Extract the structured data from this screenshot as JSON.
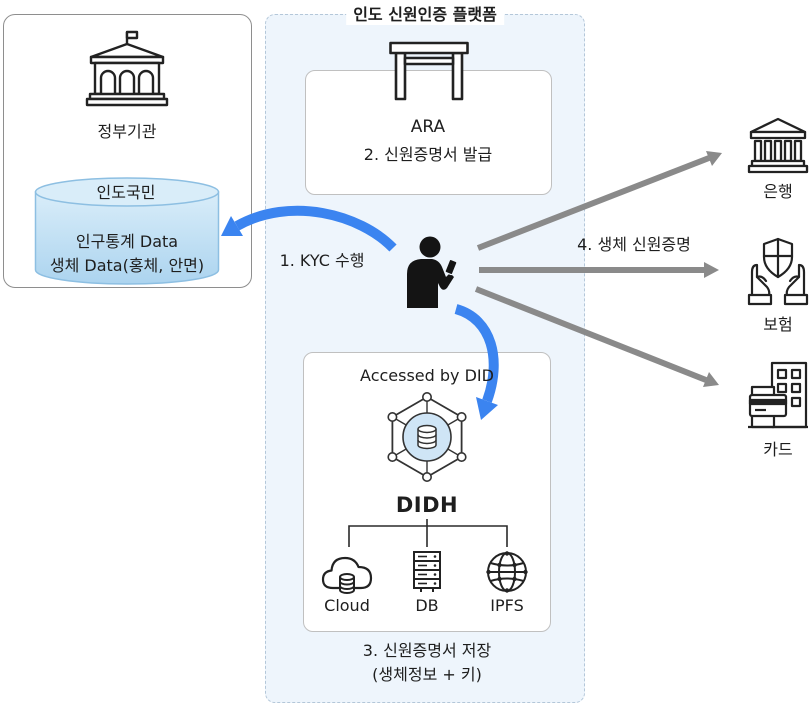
{
  "platform": {
    "title": "인도 신원인증 플랫폼"
  },
  "government": {
    "label": "정부기관",
    "icon": "government-building-icon"
  },
  "citizen_db": {
    "icon": "database-cylinder",
    "title": "인도국민",
    "line1": "인구통계 Data",
    "line2": "생체 Data(홍체, 안면)"
  },
  "ara": {
    "icon": "gate-icon",
    "title": "ARA",
    "step": "2. 신원증명서 발급"
  },
  "kyc": {
    "icon": "person-with-phone-icon",
    "label": "1. KYC 수행"
  },
  "didh": {
    "header": "Accessed by DID",
    "icon": "hexagon-network-database-icon",
    "name": "DIDH",
    "storage": [
      {
        "label": "Cloud",
        "icon": "cloud-database-icon"
      },
      {
        "label": "DB",
        "icon": "server-rack-icon"
      },
      {
        "label": "IPFS",
        "icon": "globe-network-icon"
      }
    ]
  },
  "storage_caption": {
    "line1": "3. 신원증명서 저장",
    "line2": "(생체정보 + 키)"
  },
  "verification": {
    "label": "4. 생체 신원증명"
  },
  "verifiers": [
    {
      "label": "은행",
      "icon": "bank-icon"
    },
    {
      "label": "보험",
      "icon": "insurance-shield-hands-icon"
    },
    {
      "label": "카드",
      "icon": "card-building-icon"
    }
  ],
  "colors": {
    "flow_arrow": "#3b84f0",
    "verify_arrow": "#8a8a8a",
    "platform_bg": "#eef5fc",
    "cylinder_top": "#d9edf9",
    "cylinder_body": "#acd4ef",
    "didh_core": "#cfe5f6"
  }
}
